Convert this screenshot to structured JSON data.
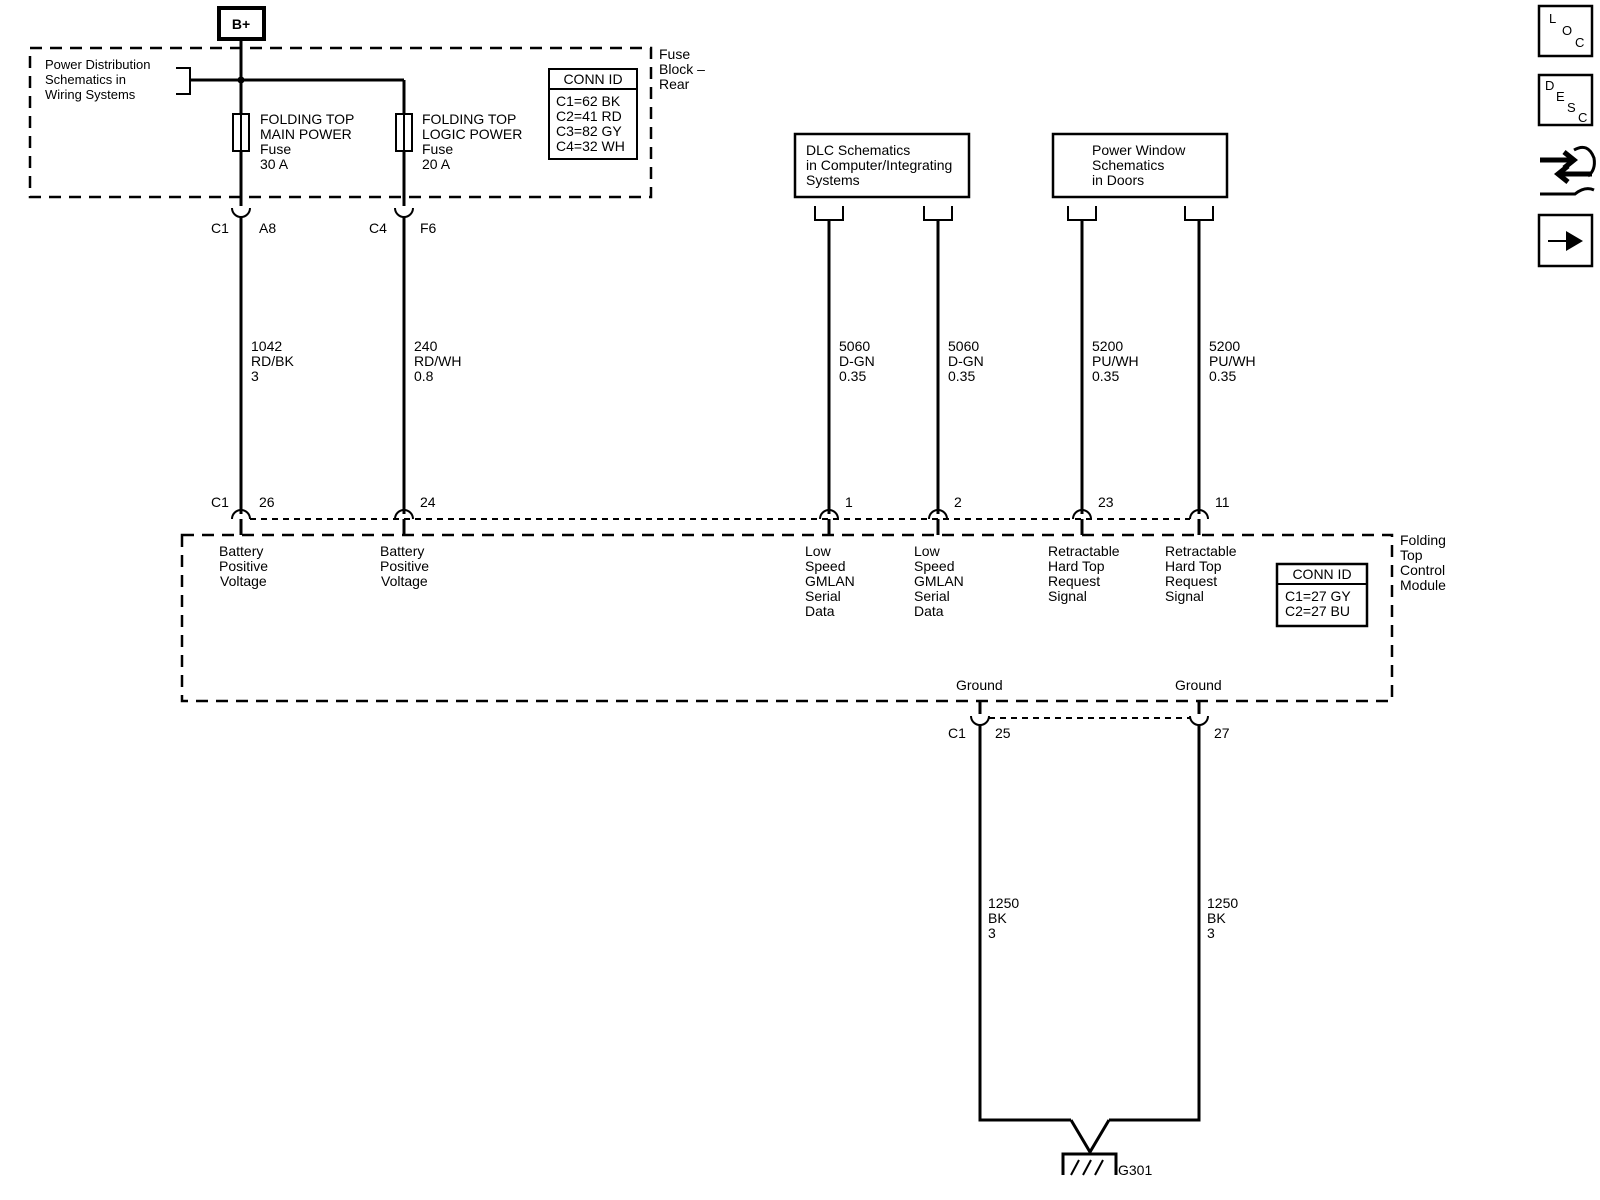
{
  "header": {
    "bplus": "B+"
  },
  "fuse_block": {
    "name_lines": [
      "Fuse",
      "Block –",
      "Rear"
    ],
    "ref_lines": [
      "Power Distribution",
      "Schematics in",
      "Wiring Systems"
    ],
    "conn_title": "CONN ID",
    "conn_lines": [
      "C1=62 BK",
      "C2=41 RD",
      "C3=82 GY",
      "C4=32 WH"
    ],
    "fuse_main_lines": [
      "FOLDING TOP",
      "MAIN POWER",
      "Fuse",
      "30 A"
    ],
    "fuse_logic_lines": [
      "FOLDING TOP",
      "LOGIC POWER",
      "Fuse",
      "20 A"
    ],
    "conn_main": "C1",
    "pin_main": "A8",
    "conn_logic": "C4",
    "pin_logic": "F6"
  },
  "refs": {
    "dlc_lines": [
      "DLC Schematics",
      "in Computer/Integrating",
      "Systems"
    ],
    "window_lines": [
      "Power Window",
      "Schematics",
      "in Doors"
    ]
  },
  "wires": [
    {
      "lines": [
        "1042",
        "RD/BK",
        "3"
      ]
    },
    {
      "lines": [
        "240",
        "RD/WH",
        "0.8"
      ]
    },
    {
      "lines": [
        "5060",
        "D-GN",
        "0.35"
      ]
    },
    {
      "lines": [
        "5060",
        "D-GN",
        "0.35"
      ]
    },
    {
      "lines": [
        "5200",
        "PU/WH",
        "0.35"
      ]
    },
    {
      "lines": [
        "5200",
        "PU/WH",
        "0.35"
      ]
    }
  ],
  "module": {
    "conn": "C1",
    "name_lines": [
      "Folding",
      "Top",
      "Control",
      "Module"
    ],
    "conn_title": "CONN ID",
    "conn_lines": [
      "C1=27 GY",
      "C2=27 BU"
    ],
    "pins": [
      {
        "pin": "26",
        "label_lines": [
          "Battery",
          "Positive",
          "Voltage"
        ]
      },
      {
        "pin": "24",
        "label_lines": [
          "Battery",
          "Positive",
          "Voltage"
        ]
      },
      {
        "pin": "1",
        "label_lines": [
          "Low",
          "Speed",
          "GMLAN",
          "Serial",
          "Data"
        ]
      },
      {
        "pin": "2",
        "label_lines": [
          "Low",
          "Speed",
          "GMLAN",
          "Serial",
          "Data"
        ]
      },
      {
        "pin": "23",
        "label_lines": [
          "Retractable",
          "Hard Top",
          "Request",
          "Signal"
        ]
      },
      {
        "pin": "11",
        "label_lines": [
          "Retractable",
          "Hard Top",
          "Request",
          "Signal"
        ]
      }
    ],
    "grounds": [
      {
        "label": "Ground",
        "pin": "25"
      },
      {
        "label": "Ground",
        "pin": "27"
      }
    ],
    "ground_conn": "C1"
  },
  "ground_wires": [
    {
      "lines": [
        "1250",
        "BK",
        "3"
      ]
    },
    {
      "lines": [
        "1250",
        "BK",
        "3"
      ]
    }
  ],
  "ground_point": "G301",
  "side_buttons": {
    "loc": [
      "L",
      "O",
      "C"
    ],
    "desc": [
      "D",
      "E",
      "S",
      "C"
    ]
  }
}
